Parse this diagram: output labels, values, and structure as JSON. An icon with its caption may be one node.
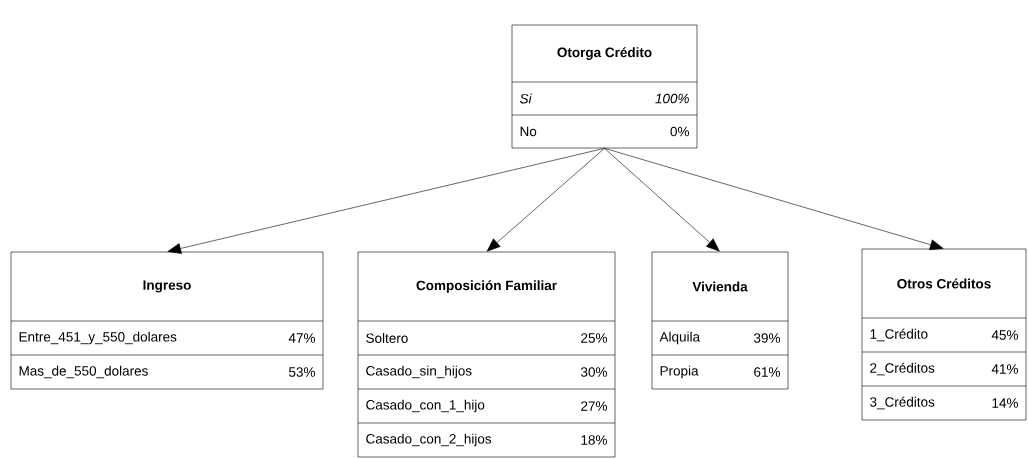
{
  "diagram": {
    "nodes": [
      {
        "text": [
          "Otorga Crédito",
          "Si",
          "100%",
          "No",
          "0%"
        ]
      },
      {
        "text": [
          "Ingreso",
          "Entre_451_y_550_dolares",
          "47%",
          "Mas_de_550_dolares",
          "53%"
        ]
      },
      {
        "text": [
          "Composición Familiar",
          "Soltero",
          "25%",
          "Casado_sin_hijos",
          "30%",
          "Casado_con_1_hijo",
          "27%",
          "Casado_con_2_hijos",
          "18%"
        ]
      },
      {
        "text": [
          "Vivienda",
          "Alquila",
          "39%",
          "Propia",
          "61%"
        ]
      },
      {
        "text": [
          "Otros Créditos",
          "1_Crédito",
          "45%",
          "2_Créditos",
          "41%",
          "3_Créditos",
          "14%"
        ]
      }
    ],
    "edges": [
      {
        "from": 0,
        "to": 1,
        "arrow": "to"
      },
      {
        "from": 0,
        "to": 2,
        "arrow": "to"
      },
      {
        "from": 0,
        "to": 3,
        "arrow": "to"
      },
      {
        "from": 0,
        "to": 4,
        "arrow": "to"
      }
    ]
  }
}
